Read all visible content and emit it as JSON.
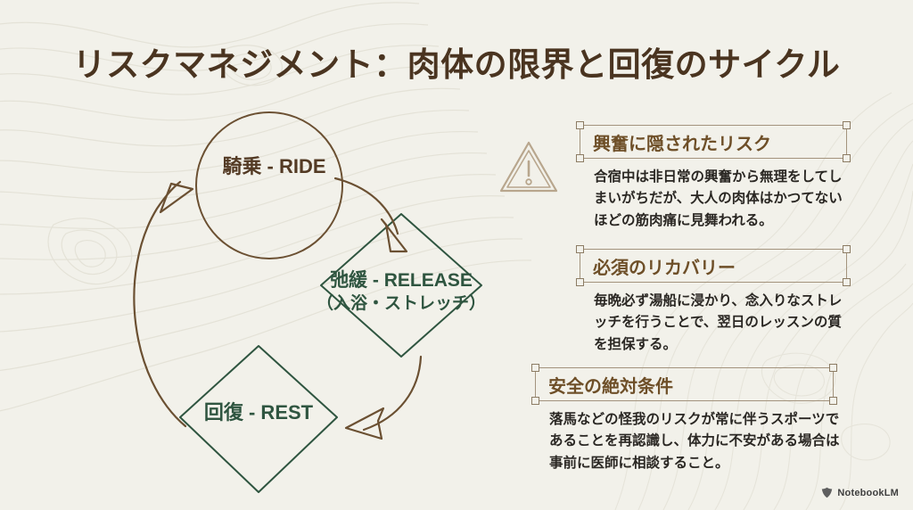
{
  "theme": {
    "background": "#f2f1ea",
    "title_color": "#4a3420",
    "brown": "#6e4f28",
    "green": "#2f5540",
    "frame_line": "#a3937d",
    "body_text": "#2a2723",
    "topo_line": "#e2e0d5"
  },
  "title": "リスクマネジメント：肉体の限界と回復のサイクル",
  "diagram": {
    "nodes": [
      {
        "id": "ride",
        "shape": "circle",
        "label": "騎乗 - RIDE",
        "color": "#533a24"
      },
      {
        "id": "release",
        "shape": "diamond",
        "label": "弛緩 - RELEASE",
        "sublabel": "（入浴・ストレッチ）",
        "color": "#2f5540"
      },
      {
        "id": "rest",
        "shape": "diamond",
        "label": "回復 - REST",
        "color": "#2f5540"
      }
    ],
    "arrows": [
      {
        "id": "ride-to-release",
        "from": "ride",
        "to": "release"
      },
      {
        "id": "release-to-rest",
        "from": "release",
        "to": "rest"
      },
      {
        "id": "rest-to-ride",
        "from": "rest",
        "to": "ride"
      }
    ],
    "warning_icon": "warning-triangle-icon"
  },
  "blocks": [
    {
      "id": "block1",
      "heading": "興奮に隠されたリスク",
      "body": "合宿中は非日常の興奮から無理をしてしまいがちだが、大人の肉体はかつてないほどの筋肉痛に見舞われる。"
    },
    {
      "id": "block2",
      "heading": "必須のリカバリー",
      "body": "毎晩必ず湯船に浸かり、念入りなストレッチを行うことで、翌日のレッスンの質を担保する。"
    },
    {
      "id": "block3",
      "heading": "安全の絶対条件",
      "body": "落馬などの怪我のリスクが常に伴うスポーツであることを再認識し、体力に不安がある場合は事前に医師に相談すること。"
    }
  ],
  "footer": {
    "logo_icon": "notebooklm-icon",
    "logo_text": "NotebookLM"
  }
}
